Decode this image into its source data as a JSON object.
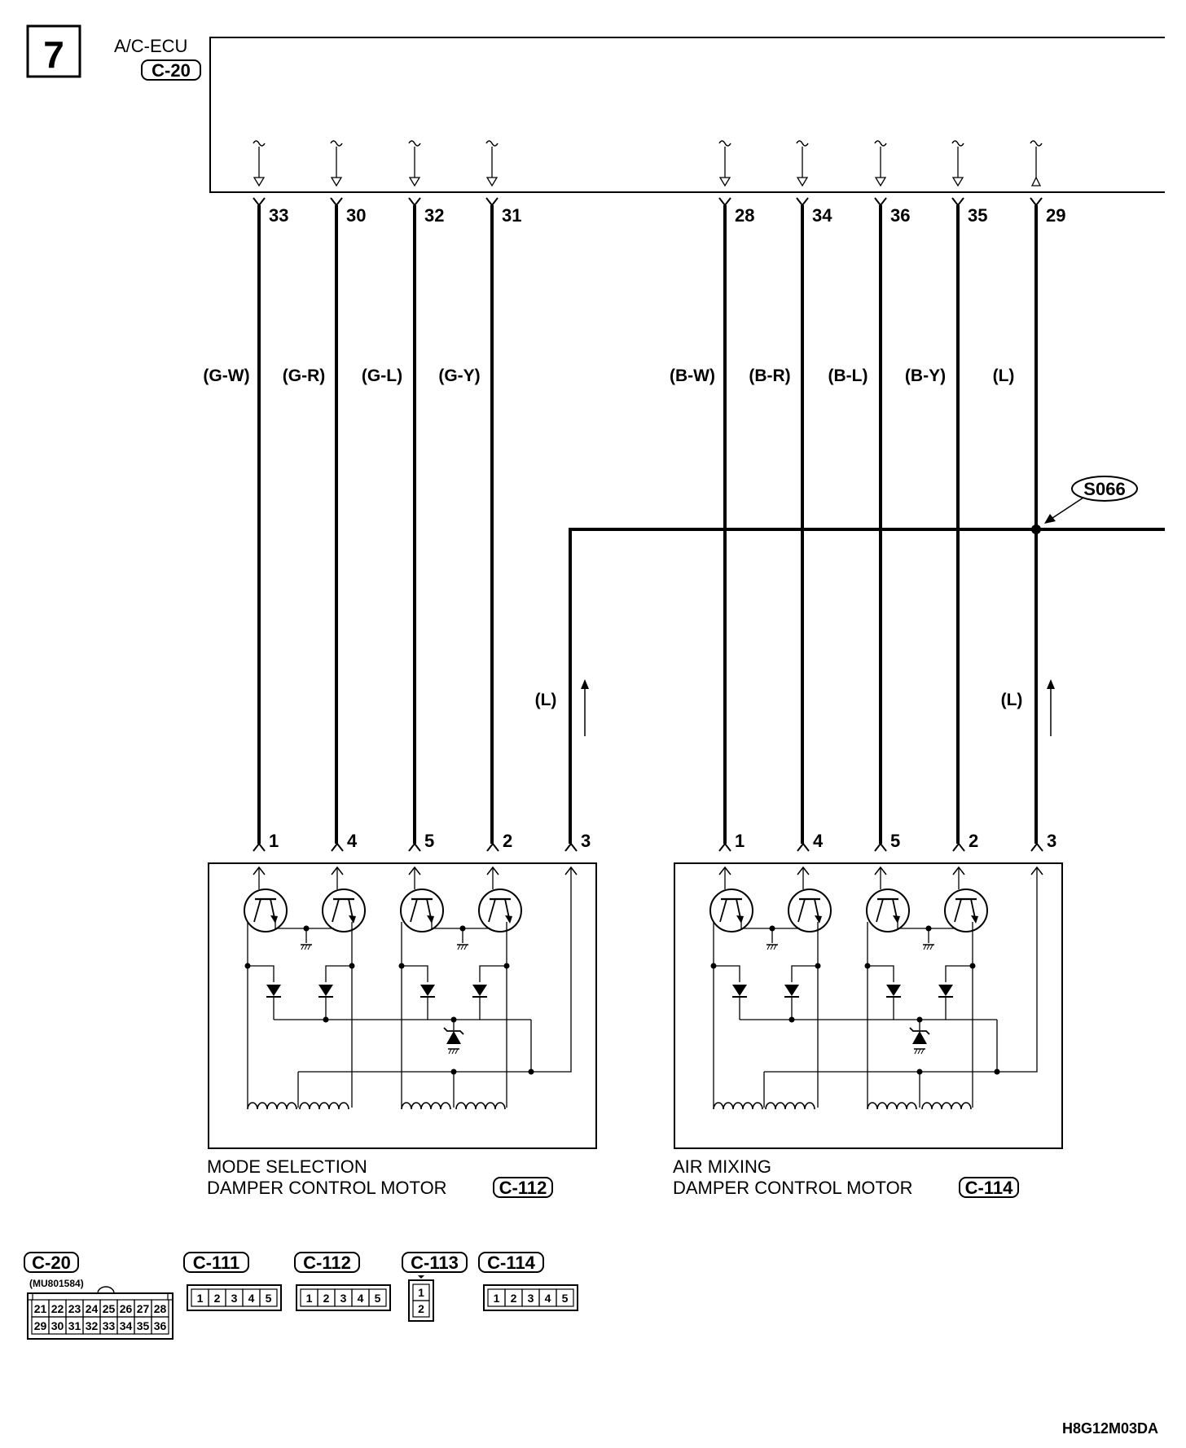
{
  "page": {
    "step": "7",
    "ecu_name": "A/C-ECU",
    "ecu_connector": "C-20",
    "splice": "S066",
    "figure_code": "H8G12M03DA"
  },
  "ecu_terminals": [
    {
      "terminal": "33",
      "wire_color": "(G-W)"
    },
    {
      "terminal": "30",
      "wire_color": "(G-R)"
    },
    {
      "terminal": "32",
      "wire_color": "(G-L)"
    },
    {
      "terminal": "31",
      "wire_color": "(G-Y)"
    },
    {
      "terminal": "28",
      "wire_color": "(B-W)"
    },
    {
      "terminal": "34",
      "wire_color": "(B-R)"
    },
    {
      "terminal": "36",
      "wire_color": "(B-L)"
    },
    {
      "terminal": "35",
      "wire_color": "(B-Y)"
    },
    {
      "terminal": "29",
      "wire_color": "(L)"
    }
  ],
  "feed_wires": [
    "(L)",
    "(L)"
  ],
  "motors": [
    {
      "name_line1": "MODE SELECTION",
      "name_line2": "DAMPER CONTROL MOTOR",
      "connector": "C-112",
      "pins": [
        "1",
        "4",
        "5",
        "2",
        "3"
      ]
    },
    {
      "name_line1": "AIR MIXING",
      "name_line2": "DAMPER CONTROL MOTOR",
      "connector": "C-114",
      "pins": [
        "1",
        "4",
        "5",
        "2",
        "3"
      ]
    }
  ],
  "connector_views": [
    {
      "label": "C-20",
      "part_no": "(MU801584)",
      "rows": [
        [
          "21",
          "22",
          "23",
          "24",
          "25",
          "26",
          "27",
          "28"
        ],
        [
          "29",
          "30",
          "31",
          "32",
          "33",
          "34",
          "35",
          "36"
        ]
      ]
    },
    {
      "label": "C-111",
      "rows": [
        [
          "1",
          "2",
          "3",
          "4",
          "5"
        ]
      ]
    },
    {
      "label": "C-112",
      "rows": [
        [
          "1",
          "2",
          "3",
          "4",
          "5"
        ]
      ]
    },
    {
      "label": "C-113",
      "rows": [
        [
          "1"
        ],
        [
          "2"
        ]
      ]
    },
    {
      "label": "C-114",
      "rows": [
        [
          "1",
          "2",
          "3",
          "4",
          "5"
        ]
      ]
    }
  ]
}
